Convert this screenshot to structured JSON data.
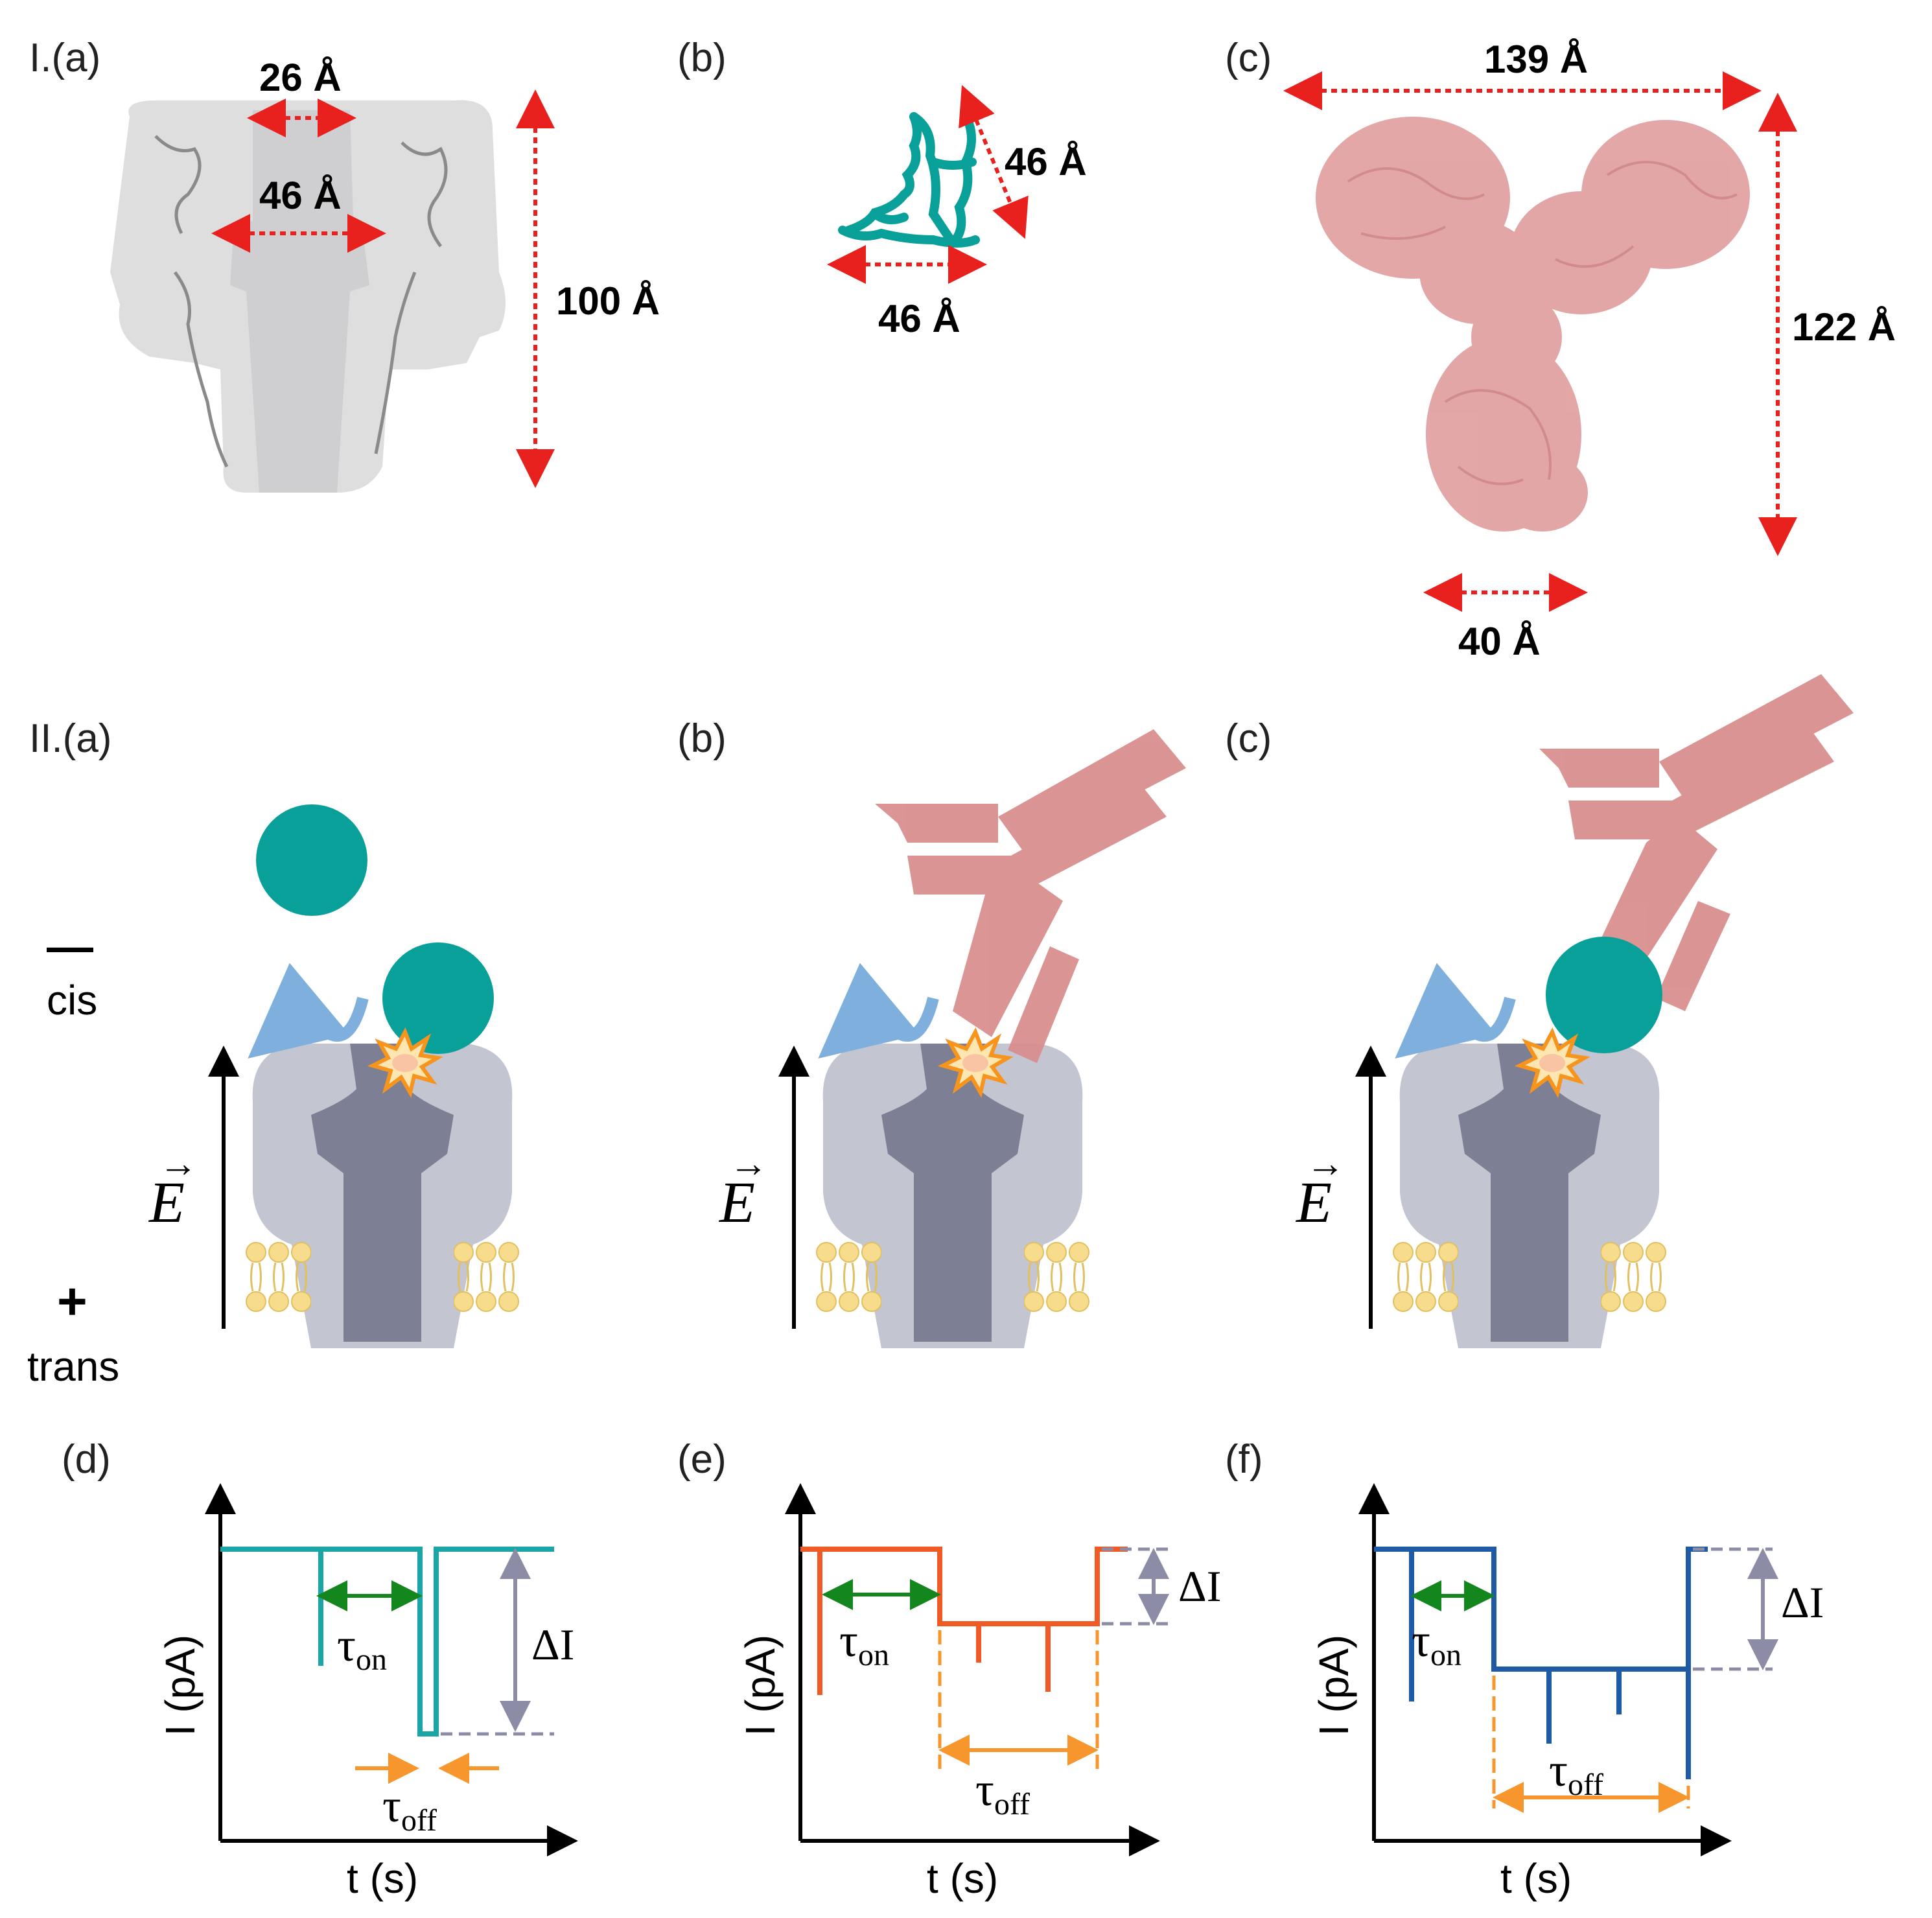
{
  "section1": {
    "label_a": "I.(a)",
    "label_b": "(b)",
    "label_c": "(c)",
    "pore_top": "26 Å",
    "pore_vest": "46 Å",
    "pore_height": "100 Å",
    "protein_side": "46 Å",
    "protein_bottom": "46 Å",
    "ab_width": "139 Å",
    "ab_height": "122 Å",
    "ab_stem": "40 Å"
  },
  "section2": {
    "label_a": "II.(a)",
    "label_b": "(b)",
    "label_c": "(c)",
    "cis_sign": "—",
    "cis": "cis",
    "trans_sign": "+",
    "trans": "trans",
    "field_symbol": "E"
  },
  "traces": {
    "label_d": "(d)",
    "label_e": "(e)",
    "label_f": "(f)",
    "ylabel": "I (pA)",
    "xlabel": "t (s)",
    "delta": "ΔI",
    "tau": "τ",
    "on": "on",
    "off": "off"
  },
  "colors": {
    "dim_arrow": "#e8211f",
    "pore_light": "#c3c5d1",
    "pore_dark": "#7d7f95",
    "lipid": "#f6dc8c",
    "protein": "#0aa09a",
    "antibody": "#d98f8f",
    "trace_d": "#1aa6a6",
    "trace_e": "#f05a24",
    "trace_f": "#1f5aa6",
    "tau_on": "#14861e",
    "tau_off": "#f7962d",
    "delta_arrow": "#8c8ca6"
  }
}
